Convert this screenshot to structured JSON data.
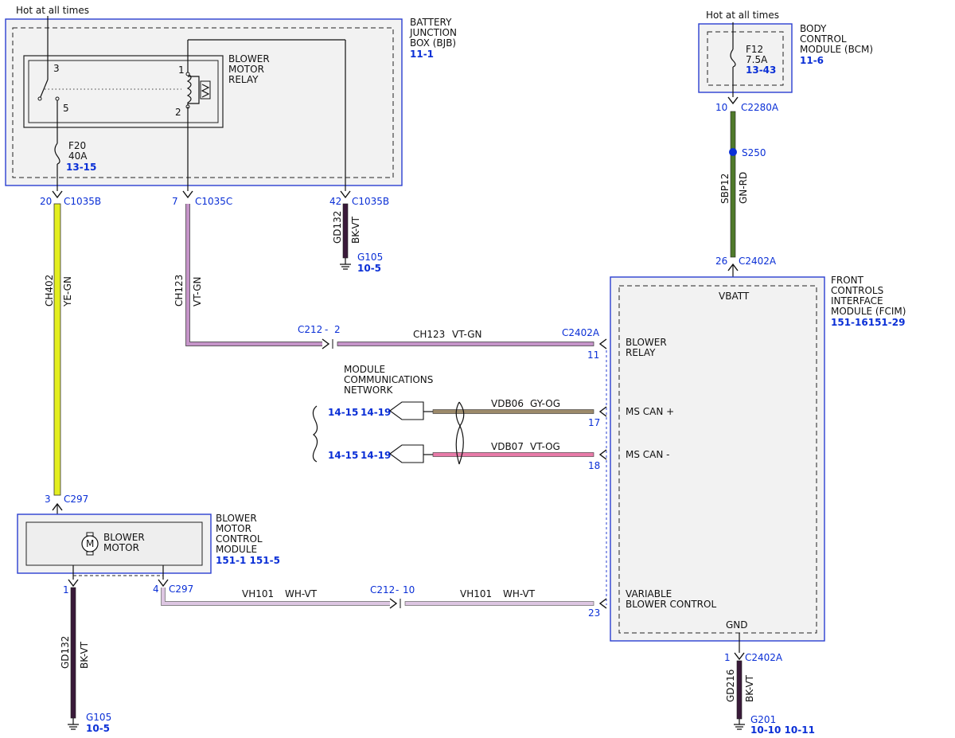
{
  "colors": {
    "ye_gn": "#e3ee1f",
    "vt_gn": "#c594c8",
    "bk_vt": "#3a1a3a",
    "gn_rd": "#4f7a2b",
    "gy_og": "#9c8a6a",
    "vt_og": "#e87aa8",
    "wh_vt": "#ddc6e2",
    "label_blue": "#0a2fd6"
  },
  "bjb": {
    "hot": "Hot at all times",
    "title": [
      "BATTERY",
      "JUNCTION",
      "BOX (BJB)"
    ],
    "ref": "11-1",
    "relay": [
      "BLOWER",
      "MOTOR",
      "RELAY"
    ],
    "pin3": "3",
    "pin5": "5",
    "pin1": "1",
    "pin2": "2",
    "fuse": "F20",
    "fuse_amp": "40A",
    "fuse_ref": "13-15"
  },
  "bcm": {
    "hot": "Hot at all times",
    "title": [
      "BODY",
      "CONTROL",
      "MODULE (BCM)"
    ],
    "ref": "11-6",
    "fuse": "F12",
    "fuse_amp": "7.5A",
    "fuse_ref": "13-43"
  },
  "connectors": {
    "c20": "20",
    "c1035b": "C1035B",
    "c7": "7",
    "c1035c": "C1035C",
    "c42": "42",
    "c1035b2": "C1035B",
    "c10": "10",
    "c2280a": "C2280A",
    "s250": "S250",
    "c26": "26",
    "c2402a_top": "C2402A",
    "c212a": "C212",
    "c212a_pin": "2",
    "c2402a_mid": "C2402A",
    "pin11": "11",
    "pin17": "17",
    "pin18": "18",
    "c3": "3",
    "c297": "C297",
    "c1": "1",
    "c4": "4",
    "c297b": "C297",
    "c212b": "C212",
    "c212b_pin": "10",
    "pin23": "23",
    "c1b": "1",
    "c2402a_bot": "C2402A"
  },
  "wires": {
    "ch402": "CH402",
    "ye_gn": "YE-GN",
    "ch123": "CH123",
    "vt_gn": "VT-GN",
    "gd132": "GD132",
    "bk_vt": "BK-VT",
    "sbp12": "SBP12",
    "gn_rd": "GN-RD",
    "ch123_h": "CH123",
    "vt_gn_h": "VT-GN",
    "vdb06": "VDB06",
    "gy_og": "GY-OG",
    "vdb07": "VDB07",
    "vt_og": "VT-OG",
    "vh101": "VH101",
    "wh_vt": "WH-VT",
    "vh101b": "VH101",
    "wh_vtb": "WH-VT",
    "gd132b": "GD132",
    "bk_vtb": "BK-VT",
    "gd216": "GD216",
    "bk_vtc": "BK-VT"
  },
  "grounds": {
    "g105": "G105",
    "g105_ref": "10-5",
    "g105b": "G105",
    "g105b_ref": "10-5",
    "g201": "G201",
    "g201_ref": "10-10 10-11"
  },
  "network": {
    "title": [
      "MODULE",
      "COMMUNICATIONS",
      "NETWORK"
    ],
    "ref_a": "14-15",
    "ref_b": "14-19",
    "ref_c": "14-15",
    "ref_d": "14-19"
  },
  "fcim": {
    "title": [
      "FRONT",
      "CONTROLS",
      "INTERFACE",
      "MODULE (FCIM)"
    ],
    "ref": "151-16151-29",
    "vbatt": "VBATT",
    "blower_relay": [
      "BLOWER",
      "RELAY"
    ],
    "ms_can_plus": "MS CAN +",
    "ms_can_minus": "MS CAN -",
    "vbc": [
      "VARIABLE",
      "BLOWER CONTROL"
    ],
    "gnd": "GND"
  },
  "bmcm": {
    "title": [
      "BLOWER",
      "MOTOR",
      "CONTROL",
      "MODULE"
    ],
    "ref": "151-1 151-5",
    "motor": [
      "BLOWER",
      "MOTOR"
    ],
    "motor_symbol": "M"
  }
}
